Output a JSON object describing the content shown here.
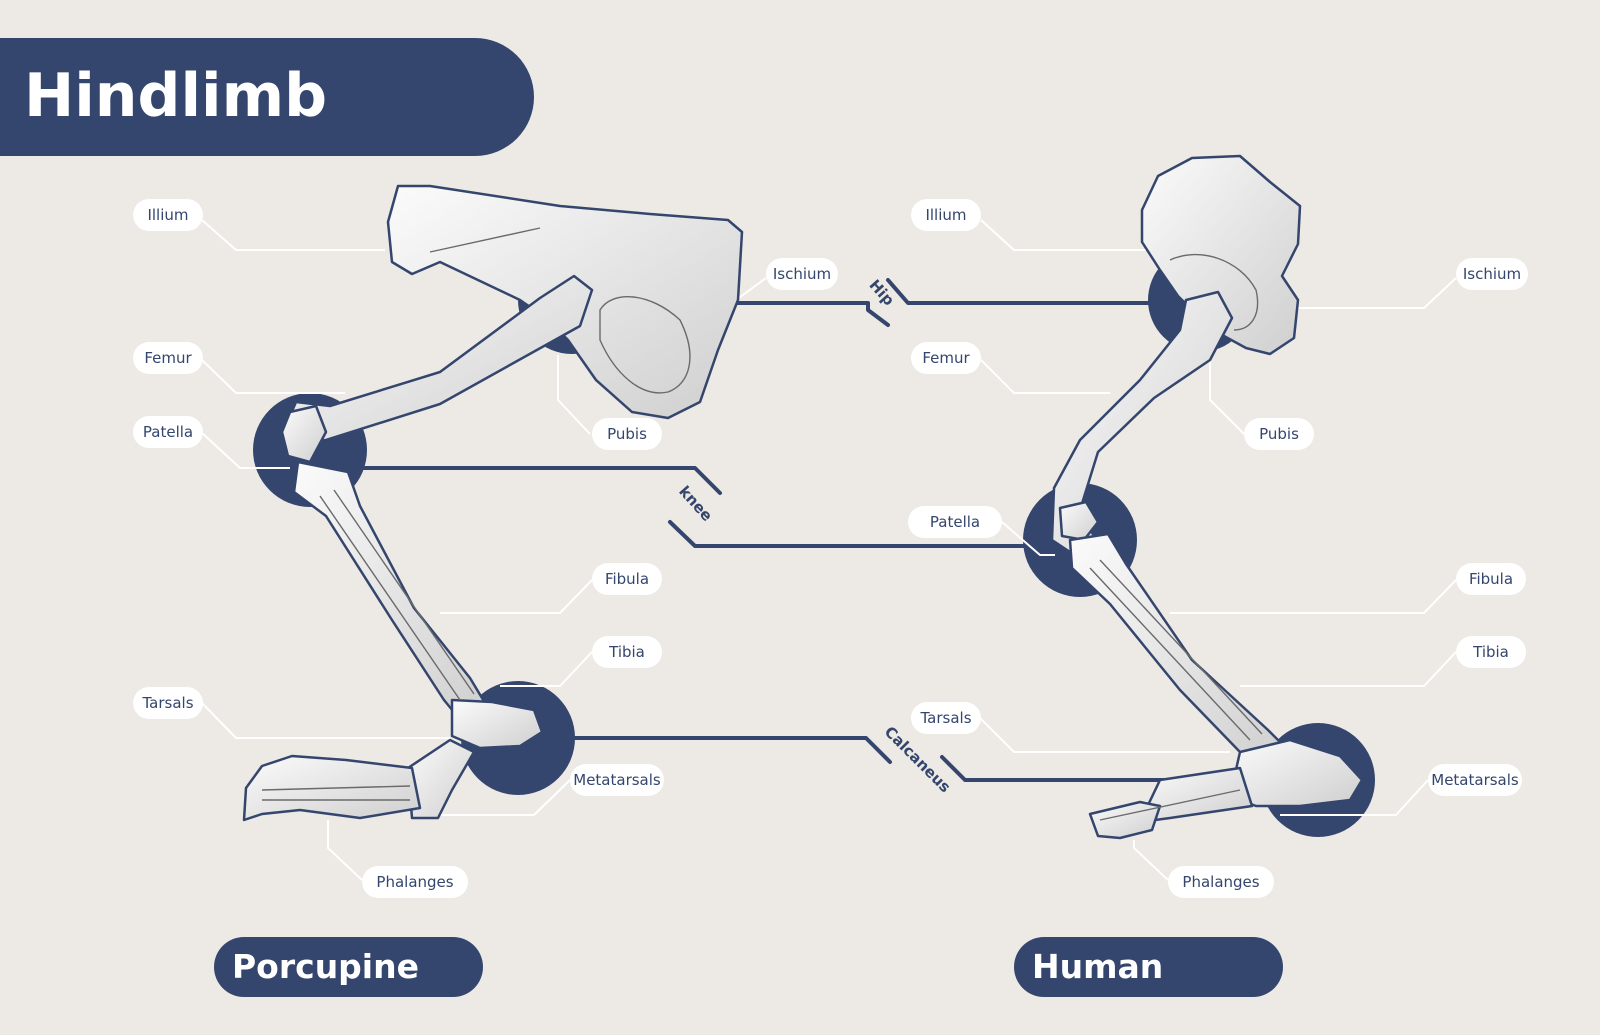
{
  "title": "Hindlimb",
  "species": {
    "left": "Porcupine",
    "right": "Human"
  },
  "joints": {
    "hip": "Hip",
    "knee": "knee",
    "calcaneus": "Calcaneus"
  },
  "porcupine_labels": {
    "illium": "Illium",
    "femur": "Femur",
    "patella": "Patella",
    "tarsals": "Tarsals",
    "ischium": "Ischium",
    "pubis": "Pubis",
    "fibula": "Fibula",
    "tibia": "Tibia",
    "metatarsals": "Metatarsals",
    "phalanges": "Phalanges"
  },
  "human_labels": {
    "illium": "Illium",
    "femur": "Femur",
    "patella": "Patella",
    "tarsals": "Tarsals",
    "ischium": "Ischium",
    "pubis": "Pubis",
    "fibula": "Fibula",
    "tibia": "Tibia",
    "metatarsals": "Metatarsals",
    "phalanges": "Phalanges"
  },
  "colors": {
    "navy": "#34466d",
    "background": "#ede9e4",
    "label_bg": "#ffffff",
    "leader": "#ffffff"
  }
}
